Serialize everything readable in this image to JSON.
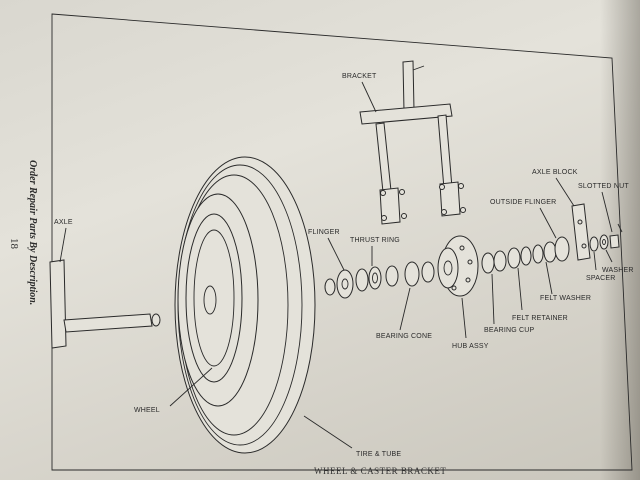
{
  "page": {
    "side_text": "Order Repair Parts By Description.",
    "page_number": "18",
    "caption": "WHEEL & CASTER BRACKET"
  },
  "labels": {
    "bracket": "BRACKET",
    "axle": "AXLE",
    "flinger": "FLINGER",
    "thrust_ring": "THRUST RING",
    "outside_flinger": "OUTSIDE FLINGER",
    "axle_block": "AXLE BLOCK",
    "slotted_nut": "SLOTTED NUT",
    "washer": "WASHER",
    "spacer": "SPACER",
    "felt_washer": "FELT WASHER",
    "felt_retainer": "FELT RETAINER",
    "bearing_cup": "BEARING CUP",
    "hub_assy": "HUB ASSY",
    "bearing_cone": "BEARING CONE",
    "wheel": "WHEEL",
    "tire_tube": "TIRE & TUBE"
  },
  "colors": {
    "paper": "#e4e2da",
    "ink": "#2a2a2a",
    "background": "#2c2a25"
  }
}
